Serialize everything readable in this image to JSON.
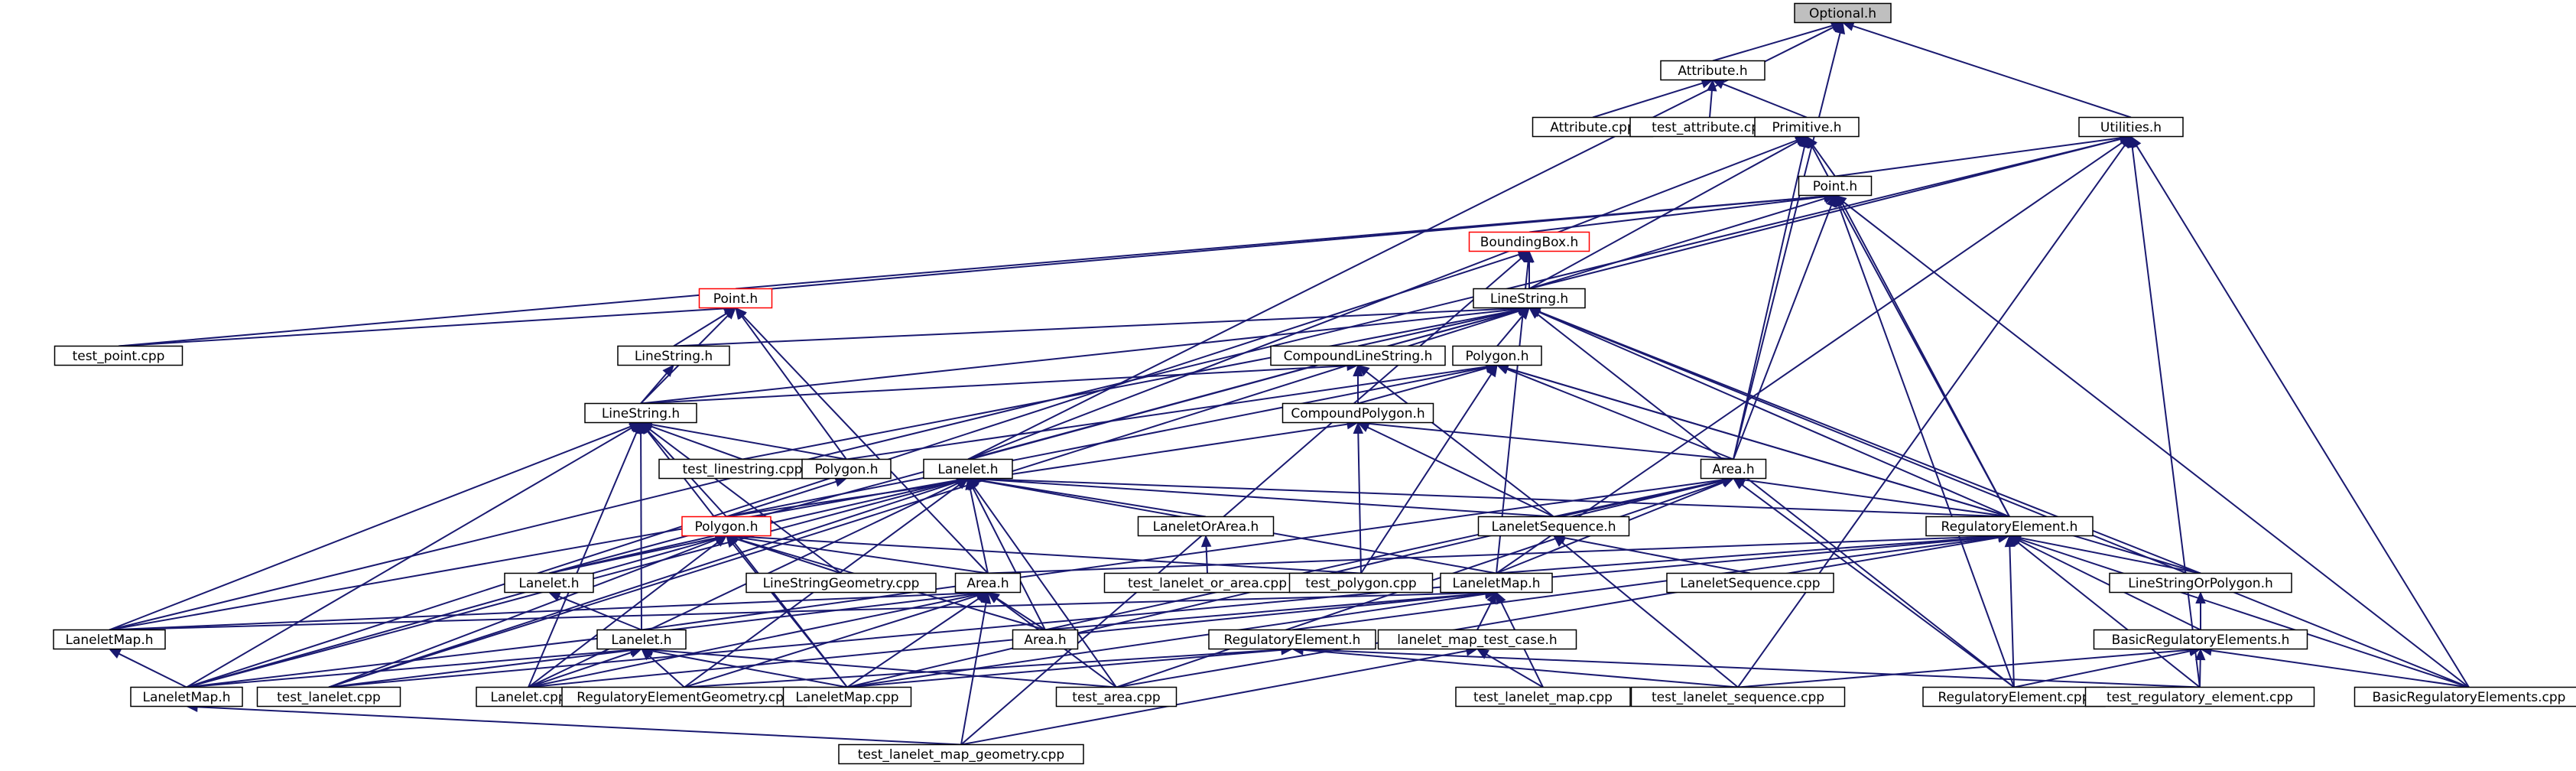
{
  "colors": {
    "edge": "#191970",
    "node_border": "#000000",
    "node_fill": "#ffffff",
    "root_fill": "#bfbfbf",
    "truncated_border": "#ff0000"
  },
  "nodes": [
    {
      "id": "optional_h",
      "label": "Optional.h",
      "kind": "root"
    },
    {
      "id": "attribute_h",
      "label": "Attribute.h"
    },
    {
      "id": "utilities_h",
      "label": "Utilities.h"
    },
    {
      "id": "attribute_cpp",
      "label": "Attribute.cpp"
    },
    {
      "id": "test_attribute_cpp",
      "label": "test_attribute.cpp"
    },
    {
      "id": "primitive_h",
      "label": "Primitive.h"
    },
    {
      "id": "point_h",
      "label": "Point.h"
    },
    {
      "id": "boundingbox_h",
      "label": "BoundingBox.h",
      "kind": "truncated"
    },
    {
      "id": "point_h2",
      "label": "Point.h",
      "kind": "truncated"
    },
    {
      "id": "linestring_h_main",
      "label": "LineString.h"
    },
    {
      "id": "test_point_cpp",
      "label": "test_point.cpp"
    },
    {
      "id": "linestring_h2",
      "label": "LineString.h"
    },
    {
      "id": "compoundlinestring_h",
      "label": "CompoundLineString.h"
    },
    {
      "id": "polygon_h_main",
      "label": "Polygon.h"
    },
    {
      "id": "linestring_h3",
      "label": "LineString.h"
    },
    {
      "id": "compoundpolygon_h",
      "label": "CompoundPolygon.h"
    },
    {
      "id": "test_linestring_cpp",
      "label": "test_linestring.cpp"
    },
    {
      "id": "polygon_h2",
      "label": "Polygon.h"
    },
    {
      "id": "lanelet_h_main",
      "label": "Lanelet.h"
    },
    {
      "id": "area_h_main",
      "label": "Area.h"
    },
    {
      "id": "polygon_h_red",
      "label": "Polygon.h",
      "kind": "truncated"
    },
    {
      "id": "laneletorarea_h",
      "label": "LaneletOrArea.h"
    },
    {
      "id": "laneletsequence_h",
      "label": "LaneletSequence.h"
    },
    {
      "id": "regulatoryelement_h_main",
      "label": "RegulatoryElement.h"
    },
    {
      "id": "lanelet_h_left",
      "label": "Lanelet.h"
    },
    {
      "id": "linestringgeometry_cpp",
      "label": "LineStringGeometry.cpp"
    },
    {
      "id": "area_h2",
      "label": "Area.h"
    },
    {
      "id": "test_lanelet_or_area_cpp",
      "label": "test_lanelet_or_area.cpp"
    },
    {
      "id": "test_polygon_cpp",
      "label": "test_polygon.cpp"
    },
    {
      "id": "laneletmap_h_main",
      "label": "LaneletMap.h"
    },
    {
      "id": "laneletsequence_cpp",
      "label": "LaneletSequence.cpp"
    },
    {
      "id": "linestringorpolygon_h",
      "label": "LineStringOrPolygon.h"
    },
    {
      "id": "laneletmap_h_left",
      "label": "LaneletMap.h"
    },
    {
      "id": "area_h3",
      "label": "Area.h"
    },
    {
      "id": "lanelet_h3",
      "label": "Lanelet.h"
    },
    {
      "id": "regulatoryelement_h2",
      "label": "RegulatoryElement.h"
    },
    {
      "id": "lanelet_map_test_case_h",
      "label": "lanelet_map_test_case.h"
    },
    {
      "id": "basicregulatoryelements_h",
      "label": "BasicRegulatoryElements.h"
    },
    {
      "id": "laneletmap_h_bottom",
      "label": "LaneletMap.h"
    },
    {
      "id": "test_lanelet_cpp",
      "label": "test_lanelet.cpp"
    },
    {
      "id": "lanelet_cpp",
      "label": "Lanelet.cpp"
    },
    {
      "id": "regulatoryelementgeometry_cpp",
      "label": "RegulatoryElementGeometry.cpp"
    },
    {
      "id": "laneletmap_cpp",
      "label": "LaneletMap.cpp"
    },
    {
      "id": "test_area_cpp",
      "label": "test_area.cpp"
    },
    {
      "id": "test_lanelet_map_cpp",
      "label": "test_lanelet_map.cpp"
    },
    {
      "id": "test_lanelet_sequence_cpp",
      "label": "test_lanelet_sequence.cpp"
    },
    {
      "id": "regulatoryelement_cpp",
      "label": "RegulatoryElement.cpp"
    },
    {
      "id": "test_regulatory_element_cpp",
      "label": "test_regulatory_element.cpp"
    },
    {
      "id": "basicregulatoryelements_cpp",
      "label": "BasicRegulatoryElements.cpp"
    },
    {
      "id": "test_lanelet_map_geometry_cpp",
      "label": "test_lanelet_map_geometry.cpp"
    }
  ],
  "edges": [
    [
      "attribute_h",
      "optional_h"
    ],
    [
      "utilities_h",
      "optional_h"
    ],
    [
      "lanelet_h_main",
      "optional_h"
    ],
    [
      "area_h_main",
      "optional_h"
    ],
    [
      "attribute_cpp",
      "attribute_h"
    ],
    [
      "test_attribute_cpp",
      "attribute_h"
    ],
    [
      "primitive_h",
      "attribute_h"
    ],
    [
      "point_h",
      "primitive_h"
    ],
    [
      "linestring_h_main",
      "primitive_h"
    ],
    [
      "regulatoryelement_h_main",
      "primitive_h"
    ],
    [
      "area_h_main",
      "primitive_h"
    ],
    [
      "lanelet_h_main",
      "primitive_h"
    ],
    [
      "point_h",
      "utilities_h"
    ],
    [
      "linestring_h_main",
      "utilities_h"
    ],
    [
      "laneletmap_h_main",
      "utilities_h"
    ],
    [
      "laneletmap_h_left",
      "utilities_h"
    ],
    [
      "basicregulatoryelements_cpp",
      "utilities_h"
    ],
    [
      "test_regulatory_element_cpp",
      "utilities_h"
    ],
    [
      "test_lanelet_sequence_cpp",
      "utilities_h"
    ],
    [
      "boundingbox_h",
      "point_h"
    ],
    [
      "point_h2",
      "point_h"
    ],
    [
      "test_point_cpp",
      "point_h"
    ],
    [
      "linestring_h_main",
      "point_h"
    ],
    [
      "area_h_main",
      "point_h"
    ],
    [
      "regulatoryelement_h_main",
      "point_h"
    ],
    [
      "regulatoryelement_cpp",
      "point_h"
    ],
    [
      "basicregulatoryelements_cpp",
      "point_h"
    ],
    [
      "linestring_h_main",
      "boundingbox_h"
    ],
    [
      "laneletmap_h_main",
      "boundingbox_h"
    ],
    [
      "laneletmap_h_bottom",
      "boundingbox_h"
    ],
    [
      "test_lanelet_map_geometry_cpp",
      "boundingbox_h"
    ],
    [
      "test_point_cpp",
      "point_h2"
    ],
    [
      "linestring_h2",
      "point_h2"
    ],
    [
      "linestring_h3",
      "point_h2"
    ],
    [
      "polygon_h2",
      "point_h2"
    ],
    [
      "area_h2",
      "point_h2"
    ],
    [
      "linestring_h2",
      "linestring_h_main"
    ],
    [
      "compoundlinestring_h",
      "linestring_h_main"
    ],
    [
      "polygon_h_main",
      "linestring_h_main"
    ],
    [
      "linestring_h3",
      "linestring_h_main"
    ],
    [
      "test_linestring_cpp",
      "linestring_h_main"
    ],
    [
      "lanelet_h_main",
      "linestring_h_main"
    ],
    [
      "regulatoryelement_h_main",
      "linestring_h_main"
    ],
    [
      "linestringorpolygon_h",
      "linestring_h_main"
    ],
    [
      "basicregulatoryelements_cpp",
      "linestring_h_main"
    ],
    [
      "regulatoryelement_cpp",
      "linestring_h_main"
    ],
    [
      "lanelet_h_left",
      "linestring_h_main"
    ],
    [
      "test_lanelet_cpp",
      "linestring_h_main"
    ],
    [
      "linestring_h3",
      "linestring_h2"
    ],
    [
      "compoundpolygon_h",
      "compoundlinestring_h"
    ],
    [
      "laneletsequence_h",
      "compoundlinestring_h"
    ],
    [
      "linestring_h3",
      "compoundlinestring_h"
    ],
    [
      "compoundpolygon_h",
      "polygon_h_main"
    ],
    [
      "area_h_main",
      "polygon_h_main"
    ],
    [
      "test_polygon_cpp",
      "polygon_h_main"
    ],
    [
      "polygon_h2",
      "polygon_h_main"
    ],
    [
      "polygon_h_red",
      "polygon_h_main"
    ],
    [
      "linestringorpolygon_h",
      "polygon_h_main"
    ],
    [
      "regulatoryelement_h_main",
      "polygon_h_main"
    ],
    [
      "area_h_main",
      "compoundpolygon_h"
    ],
    [
      "polygon_h_red",
      "compoundpolygon_h"
    ],
    [
      "laneletsequence_h",
      "compoundpolygon_h"
    ],
    [
      "test_polygon_cpp",
      "compoundpolygon_h"
    ],
    [
      "polygon_h2",
      "linestring_h3"
    ],
    [
      "polygon_h_red",
      "linestring_h3"
    ],
    [
      "test_linestring_cpp",
      "linestring_h3"
    ],
    [
      "linestringgeometry_cpp",
      "linestring_h3"
    ],
    [
      "laneletmap_h_left",
      "linestring_h3"
    ],
    [
      "laneletmap_h_bottom",
      "linestring_h3"
    ],
    [
      "laneletmap_cpp",
      "linestring_h3"
    ],
    [
      "lanelet_cpp",
      "linestring_h3"
    ],
    [
      "lanelet_h3",
      "linestring_h3"
    ],
    [
      "polygon_h_red",
      "polygon_h2"
    ],
    [
      "laneletorarea_h",
      "lanelet_h_main"
    ],
    [
      "laneletsequence_h",
      "lanelet_h_main"
    ],
    [
      "regulatoryelement_h_main",
      "lanelet_h_main"
    ],
    [
      "lanelet_h_left",
      "lanelet_h_main"
    ],
    [
      "area_h2",
      "lanelet_h_main"
    ],
    [
      "area_h3",
      "lanelet_h_main"
    ],
    [
      "laneletmap_h_main",
      "lanelet_h_main"
    ],
    [
      "test_area_cpp",
      "lanelet_h_main"
    ],
    [
      "lanelet_cpp",
      "lanelet_h_main"
    ],
    [
      "laneletmap_h_left",
      "lanelet_h_main"
    ],
    [
      "test_lanelet_cpp",
      "lanelet_h_main"
    ],
    [
      "laneletmap_h_bottom",
      "lanelet_h_main"
    ],
    [
      "regulatoryelementgeometry_cpp",
      "lanelet_h_main"
    ],
    [
      "regulatoryelement_h_main",
      "area_h_main"
    ],
    [
      "laneletmap_h_main",
      "area_h_main"
    ],
    [
      "laneletsequence_h",
      "area_h_main"
    ],
    [
      "area_h3",
      "area_h_main"
    ],
    [
      "regulatoryelement_cpp",
      "area_h_main"
    ],
    [
      "test_area_cpp",
      "area_h_main"
    ],
    [
      "laneletmap_cpp",
      "area_h_main"
    ],
    [
      "lanelet_h3",
      "area_h_main"
    ],
    [
      "lanelet_h_left",
      "polygon_h_red"
    ],
    [
      "linestringgeometry_cpp",
      "polygon_h_red"
    ],
    [
      "area_h2",
      "polygon_h_red"
    ],
    [
      "area_h3",
      "polygon_h_red"
    ],
    [
      "test_polygon_cpp",
      "polygon_h_red"
    ],
    [
      "lanelet_cpp",
      "polygon_h_red"
    ],
    [
      "laneletmap_cpp",
      "polygon_h_red"
    ],
    [
      "test_lanelet_cpp",
      "polygon_h_red"
    ],
    [
      "laneletmap_h_bottom",
      "polygon_h_red"
    ],
    [
      "test_lanelet_or_area_cpp",
      "laneletorarea_h"
    ],
    [
      "laneletsequence_cpp",
      "laneletsequence_h"
    ],
    [
      "test_lanelet_sequence_cpp",
      "laneletsequence_h"
    ],
    [
      "laneletmap_h_main",
      "regulatoryelement_h_main"
    ],
    [
      "linestringorpolygon_h",
      "regulatoryelement_h_main"
    ],
    [
      "basicregulatoryelements_h",
      "regulatoryelement_h_main"
    ],
    [
      "regulatoryelement_cpp",
      "regulatoryelement_h_main"
    ],
    [
      "basicregulatoryelements_cpp",
      "regulatoryelement_h_main"
    ],
    [
      "regulatoryelement_h2",
      "regulatoryelement_h_main"
    ],
    [
      "area_h2",
      "regulatoryelement_h_main"
    ],
    [
      "test_area_cpp",
      "regulatoryelement_h_main"
    ],
    [
      "test_lanelet_cpp",
      "regulatoryelement_h_main"
    ],
    [
      "test_regulatory_element_cpp",
      "regulatoryelement_h_main"
    ],
    [
      "lanelet_h3",
      "lanelet_h_left"
    ],
    [
      "laneletmap_h_left",
      "area_h2"
    ],
    [
      "laneletmap_h_bottom",
      "area_h2"
    ],
    [
      "laneletmap_cpp",
      "area_h2"
    ],
    [
      "regulatoryelementgeometry_cpp",
      "area_h2"
    ],
    [
      "test_area_cpp",
      "area_h2"
    ],
    [
      "test_lanelet_map_geometry_cpp",
      "area_h2"
    ],
    [
      "lanelet_cpp",
      "area_h2"
    ],
    [
      "area_h3",
      "area_h2"
    ],
    [
      "laneletmap_h_left",
      "laneletmap_h_main"
    ],
    [
      "lanelet_map_test_case_h",
      "laneletmap_h_main"
    ],
    [
      "test_lanelet_map_cpp",
      "laneletmap_h_main"
    ],
    [
      "laneletmap_cpp",
      "laneletmap_h_main"
    ],
    [
      "area_h3",
      "laneletmap_h_main"
    ],
    [
      "lanelet_cpp",
      "laneletmap_h_main"
    ],
    [
      "basicregulatoryelements_h",
      "linestringorpolygon_h"
    ],
    [
      "laneletmap_h_bottom",
      "laneletmap_h_left"
    ],
    [
      "laneletmap_h_bottom",
      "lanelet_h3"
    ],
    [
      "test_lanelet_cpp",
      "lanelet_h3"
    ],
    [
      "lanelet_cpp",
      "lanelet_h3"
    ],
    [
      "regulatoryelementgeometry_cpp",
      "lanelet_h3"
    ],
    [
      "laneletmap_cpp",
      "lanelet_h3"
    ],
    [
      "test_area_cpp",
      "lanelet_h3"
    ],
    [
      "laneletmap_cpp",
      "regulatoryelement_h2"
    ],
    [
      "test_lanelet_sequence_cpp",
      "regulatoryelement_h2"
    ],
    [
      "regulatoryelementgeometry_cpp",
      "regulatoryelement_h2"
    ],
    [
      "test_regulatory_element_cpp",
      "regulatoryelement_h2"
    ],
    [
      "test_lanelet_map_cpp",
      "lanelet_map_test_case_h"
    ],
    [
      "test_lanelet_map_geometry_cpp",
      "lanelet_map_test_case_h"
    ],
    [
      "test_lanelet_sequence_cpp",
      "basicregulatoryelements_h"
    ],
    [
      "regulatoryelement_cpp",
      "basicregulatoryelements_h"
    ],
    [
      "test_regulatory_element_cpp",
      "basicregulatoryelements_h"
    ],
    [
      "basicregulatoryelements_cpp",
      "basicregulatoryelements_h"
    ],
    [
      "test_lanelet_map_geometry_cpp",
      "laneletmap_h_bottom"
    ]
  ]
}
